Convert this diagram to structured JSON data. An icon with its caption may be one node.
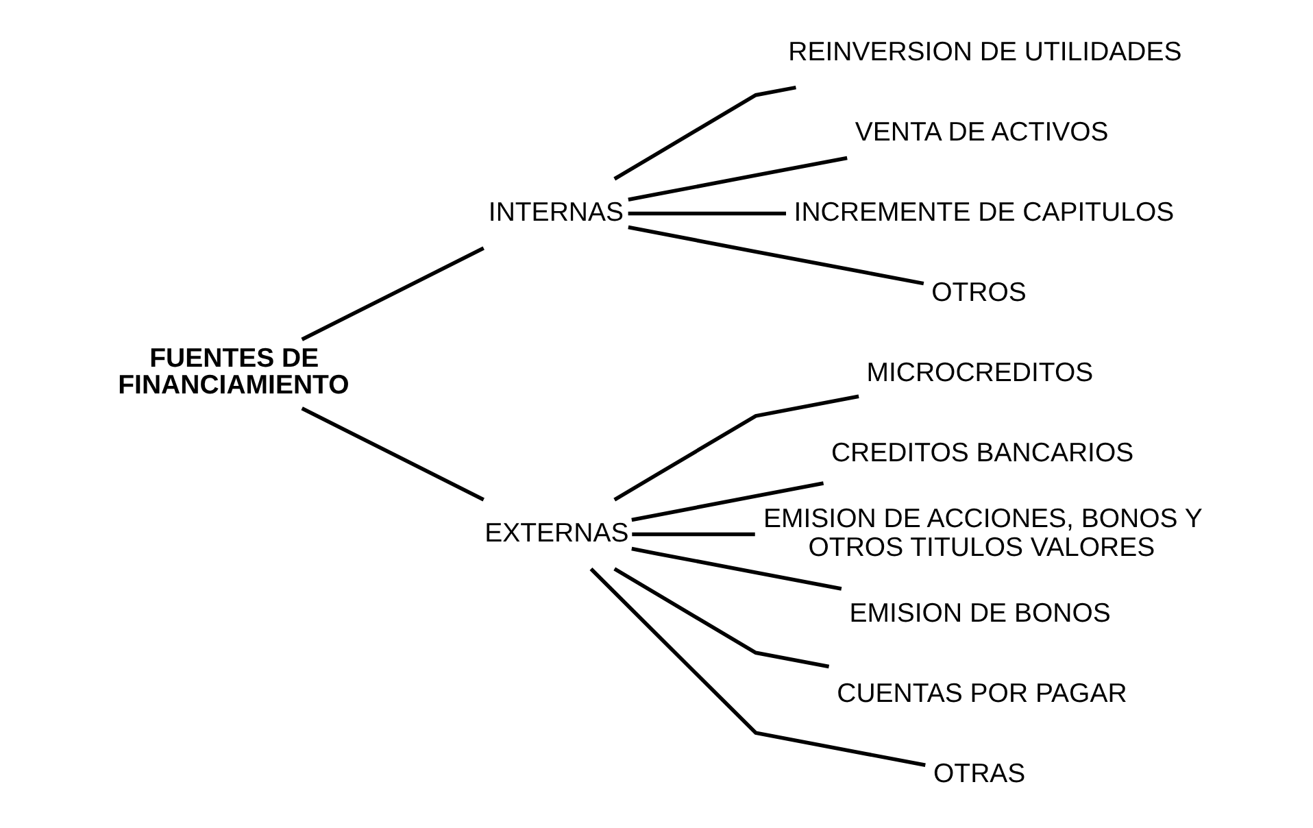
{
  "diagram": {
    "nodes": [
      {
        "text": [
          "FUENTES DE FINANCIAMIENTO"
        ]
      },
      {
        "text": [
          "INTERNAS"
        ]
      },
      {
        "text": [
          "EXTERNAS"
        ]
      },
      {
        "text": [
          "REINVERSION DE UTILIDADES"
        ]
      },
      {
        "text": [
          "VENTA DE ACTIVOS"
        ]
      },
      {
        "text": [
          "INCREMENTE DE CAPITULOS"
        ]
      },
      {
        "text": [
          "OTROS"
        ]
      },
      {
        "text": [
          "MICROCREDITOS"
        ]
      },
      {
        "text": [
          "CREDITOS BANCARIOS"
        ]
      },
      {
        "text": [
          "EMISION DE ACCIONES, BONOS Y OTROS TITULOS VALORES"
        ]
      },
      {
        "text": [
          "EMISION DE BONOS"
        ]
      },
      {
        "text": [
          "CUENTAS POR PAGAR"
        ]
      },
      {
        "text": [
          "OTRAS"
        ]
      }
    ],
    "edges": [
      {
        "from": 0,
        "to": 1,
        "arrow": "none"
      },
      {
        "from": 0,
        "to": 2,
        "arrow": "none"
      },
      {
        "from": 1,
        "to": 3,
        "arrow": "none"
      },
      {
        "from": 1,
        "to": 4,
        "arrow": "none"
      },
      {
        "from": 1,
        "to": 5,
        "arrow": "none"
      },
      {
        "from": 1,
        "to": 6,
        "arrow": "none"
      },
      {
        "from": 2,
        "to": 7,
        "arrow": "none"
      },
      {
        "from": 2,
        "to": 8,
        "arrow": "none"
      },
      {
        "from": 2,
        "to": 9,
        "arrow": "none"
      },
      {
        "from": 2,
        "to": 10,
        "arrow": "none"
      },
      {
        "from": 2,
        "to": 11,
        "arrow": "none"
      },
      {
        "from": 2,
        "to": 12,
        "arrow": "none"
      }
    ]
  }
}
